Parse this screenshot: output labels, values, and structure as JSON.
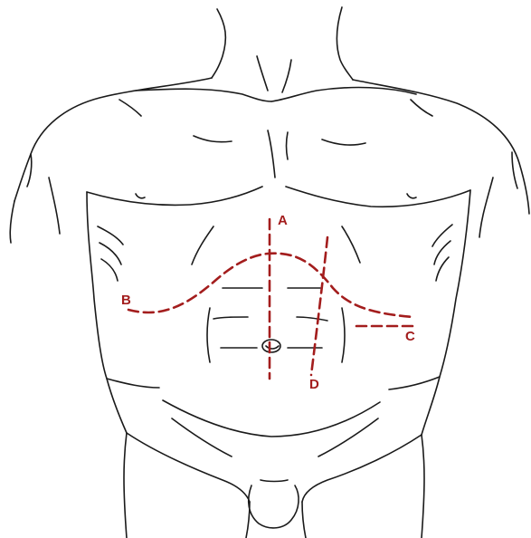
{
  "colors": {
    "outline": "#1a1a1a",
    "incision": "#a31d1d",
    "background": "#ffffff"
  },
  "incisions": [
    {
      "id": "A",
      "label": "A",
      "style": "dashed"
    },
    {
      "id": "B",
      "label": "B",
      "style": "dashed"
    },
    {
      "id": "C",
      "label": "C",
      "style": "dashed"
    },
    {
      "id": "D",
      "label": "D",
      "style": "dashed"
    }
  ]
}
